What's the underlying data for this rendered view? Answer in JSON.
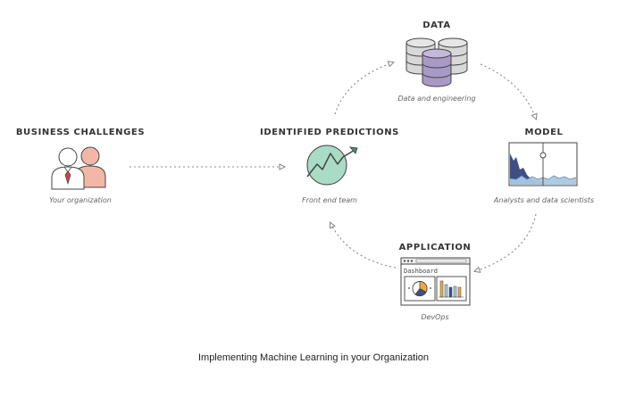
{
  "nodes": {
    "data": {
      "title": "DATA",
      "subtitle": "Data and engineering"
    },
    "model": {
      "title": "MODEL",
      "subtitle": "Analysts and data scientists"
    },
    "application": {
      "title": "APPLICATION",
      "subtitle": "DevOps",
      "dashboard_label": "Dashboard"
    },
    "predictions": {
      "title": "IDENTIFIED PREDICTIONS",
      "subtitle": "Front end team"
    },
    "business": {
      "title": "BUSINESS CHALLENGES",
      "subtitle": "Your organization"
    }
  },
  "caption": "Implementing Machine Learning in your Organization",
  "colors": {
    "purple": "#a899c7",
    "gray_db": "#d8d8d8",
    "green": "#a9dcc6",
    "arrow_green": "#3a9a7a",
    "navy": "#3f4f86",
    "light_blue": "#a6c9e2",
    "salmon": "#f2b7a6",
    "red_tie": "#d84040",
    "orange": "#f0a93a"
  }
}
